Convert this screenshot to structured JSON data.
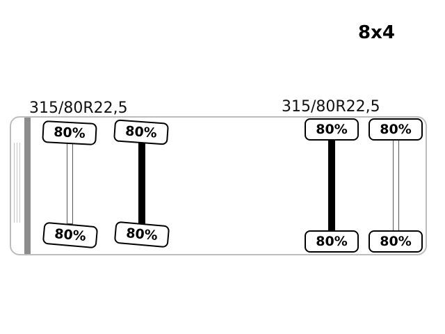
{
  "diagram": {
    "configuration": "8x4",
    "front_tire_size": "315/80R22,5",
    "rear_tire_size": "315/80R22,5",
    "axles": [
      {
        "id": "axle-1",
        "type": "steer",
        "left_tread": "80%",
        "right_tread": "80%"
      },
      {
        "id": "axle-2",
        "type": "drive",
        "left_tread": "80%",
        "right_tread": "80%"
      },
      {
        "id": "axle-3",
        "type": "drive",
        "left_tread": "80%",
        "right_tread": "80%"
      },
      {
        "id": "axle-4",
        "type": "steer",
        "left_tread": "80%",
        "right_tread": "80%"
      }
    ]
  }
}
